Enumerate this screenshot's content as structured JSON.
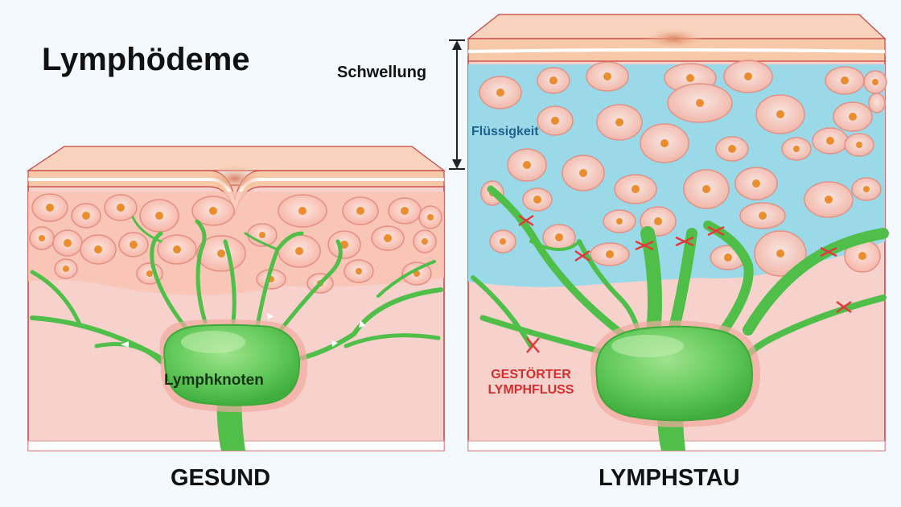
{
  "title": "Lymphödeme",
  "labels": {
    "swelling": "Schwellung",
    "fluid": "Flüssigkeit",
    "lymph_node": "Lymphknoten",
    "disturbed_flow": "GESTÖRTER LYMPHFLUSS"
  },
  "captions": {
    "healthy": "GESUND",
    "congestion": "LYMPHSTAU"
  },
  "colors": {
    "skin": "#f8c9a8",
    "tissue": "#f7d1cc",
    "cell": "#f8b8a8",
    "nucleus": "#e98d2f",
    "lymph": "#5fcc5a",
    "fluid": "#9ad9e8",
    "blockage": "#e23a3a"
  }
}
